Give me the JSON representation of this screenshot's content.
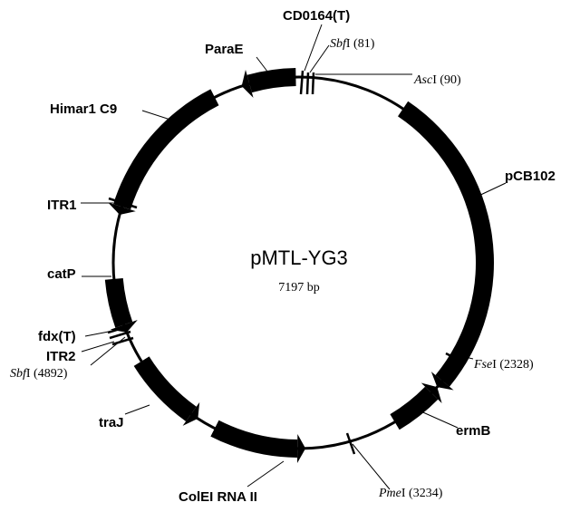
{
  "plasmid": {
    "name": "pMTL-YG3",
    "size_label": "7197 bp"
  },
  "features": {
    "cd0164": "CD0164(T)",
    "parae": "ParaE",
    "himar": "Himar1 C9",
    "pcb102": "pCB102",
    "itr1": "ITR1",
    "catp": "catP",
    "fdx": "fdx(T)",
    "itr2": "ITR2",
    "trij": "traJ",
    "colei": "ColEI RNA II",
    "ermb": "ermB"
  },
  "sites": {
    "sbf1": {
      "name": "Sbf",
      "rest": "I (81)"
    },
    "asc": {
      "name": "Asc",
      "rest": "I (90)"
    },
    "fse": {
      "name": "Fse",
      "rest": "I (2328)"
    },
    "pme": {
      "name": "Pme",
      "rest": "I (3234)"
    },
    "sbf2": {
      "name": "Sbf",
      "rest": "I (4892)"
    }
  }
}
